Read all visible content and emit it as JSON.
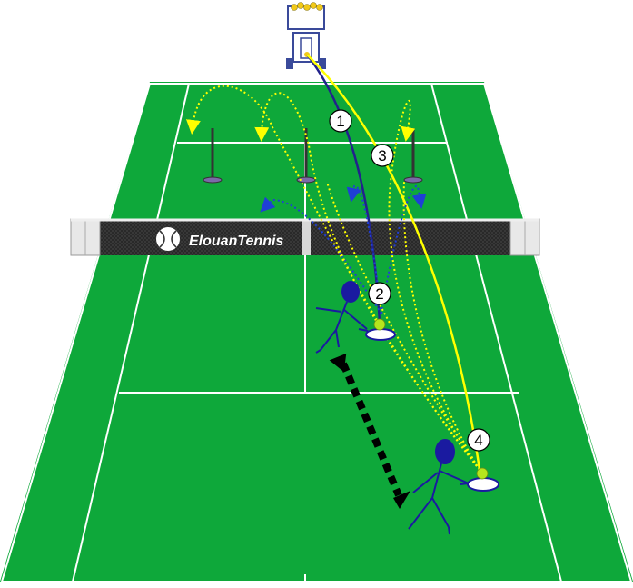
{
  "brand": {
    "name": "ElouanTennis"
  },
  "steps": [
    {
      "label": "1"
    },
    {
      "label": "2"
    },
    {
      "label": "3"
    },
    {
      "label": "4"
    }
  ],
  "colors": {
    "court": "#0ea83a",
    "lines": "#ffffff",
    "net": "#2e2e2e",
    "trajectory_dark": "#22228c",
    "trajectory_yellow": "#ffff00",
    "trajectory_blue_dotted": "#1f3fd6",
    "player": "#1a1aa0",
    "ball": "#b5e61d",
    "movement_arrow": "#000000"
  },
  "icons": {
    "ball_machine": "ball-machine-icon",
    "logo": "tennis-ball-logo-icon",
    "player": "player-figure-icon",
    "cone": "cone-icon",
    "ball": "tennis-ball-icon"
  }
}
